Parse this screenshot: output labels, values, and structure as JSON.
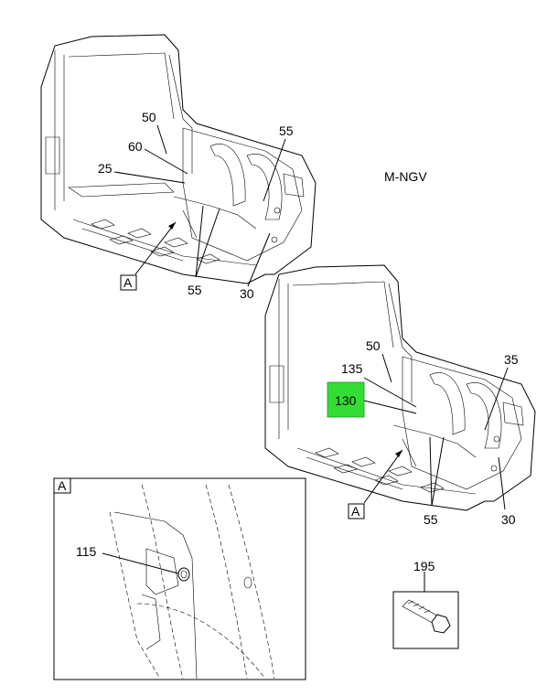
{
  "diagram": {
    "code": "M-NGV",
    "top_view": {
      "callouts": [
        "50",
        "60",
        "25",
        "55",
        "55",
        "30"
      ],
      "view_ref": "A"
    },
    "bottom_view": {
      "callouts": [
        "50",
        "135",
        "130",
        "35",
        "55",
        "30"
      ],
      "view_ref": "A"
    },
    "detail": {
      "label": "A",
      "callout": "115"
    },
    "hardware": {
      "callout": "195"
    },
    "highlight_color": "#33dd33"
  }
}
